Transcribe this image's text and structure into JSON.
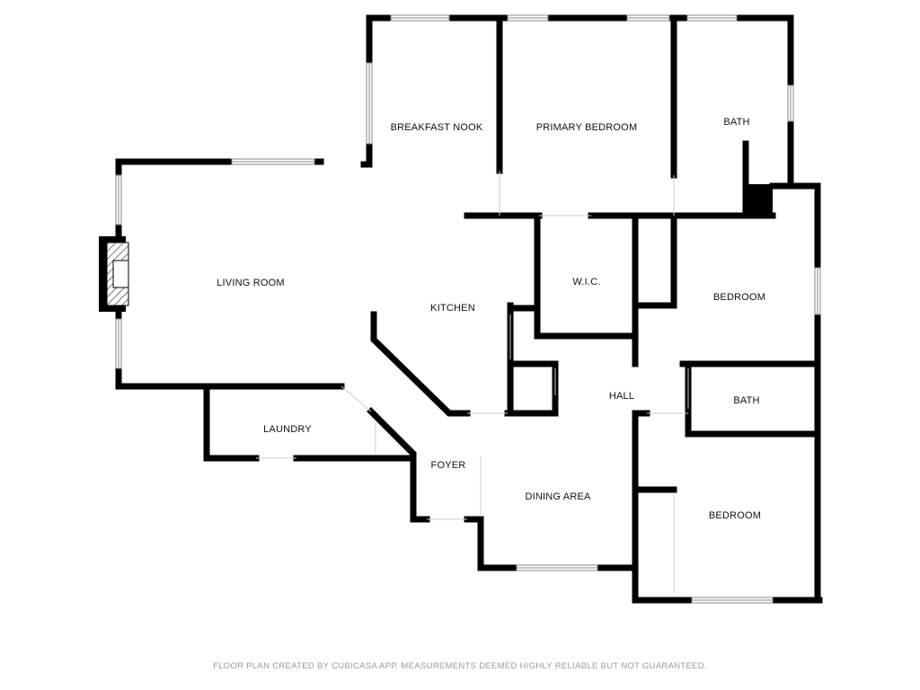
{
  "rooms": {
    "breakfast_nook": "BREAKFAST NOOK",
    "primary_bedroom": "PRIMARY BEDROOM",
    "bath_primary": "BATH",
    "living_room": "LIVING ROOM",
    "kitchen": "KITCHEN",
    "wic": "W.I.C.",
    "bedroom_1": "BEDROOM",
    "hall": "HALL",
    "bath_2": "BATH",
    "laundry": "LAUNDRY",
    "foyer": "FOYER",
    "dining_area": "DINING AREA",
    "bedroom_2": "BEDROOM"
  },
  "footer": "FLOOR PLAN CREATED BY CUBICASA APP. MEASUREMENTS DEEMED HIGHLY RELIABLE BUT NOT GUARANTEED.",
  "colors": {
    "wall": "#000000",
    "footer_text": "#9a9a9a"
  }
}
